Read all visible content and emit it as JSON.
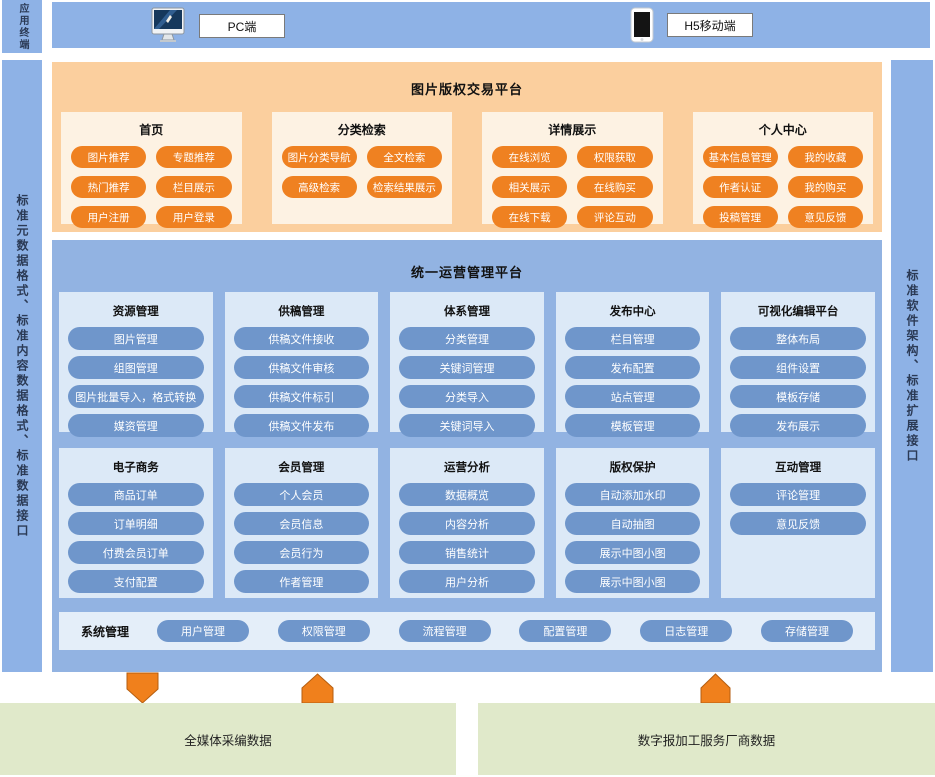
{
  "strips": {
    "terminal": "应用终端",
    "left": "标准元数据格式、标准内容数据格式、标准数据接口",
    "right": "标准软件架构、标准扩展接口"
  },
  "terminal_bar": {
    "pc_label": "PC端",
    "h5_label": "H5移动端"
  },
  "trading_platform": {
    "title": "图片版权交易平台",
    "sections": [
      {
        "title": "首页",
        "pills": [
          "图片推荐",
          "专题推荐",
          "热门推荐",
          "栏目展示",
          "用户注册",
          "用户登录"
        ]
      },
      {
        "title": "分类检索",
        "pills": [
          "图片分类导航",
          "全文检索",
          "高级检索",
          "检索结果展示"
        ]
      },
      {
        "title": "详情展示",
        "pills": [
          "在线浏览",
          "权限获取",
          "相关展示",
          "在线购买",
          "在线下载",
          "评论互动"
        ]
      },
      {
        "title": "个人中心",
        "pills": [
          "基本信息管理",
          "我的收藏",
          "作者认证",
          "我的购买",
          "投稿管理",
          "意见反馈"
        ]
      }
    ]
  },
  "ops_platform": {
    "title": "统一运营管理平台",
    "rows": [
      [
        {
          "title": "资源管理",
          "pills": [
            "图片管理",
            "组图管理",
            "图片批量导入，格式转换",
            "媒资管理"
          ]
        },
        {
          "title": "供稿管理",
          "pills": [
            "供稿文件接收",
            "供稿文件审核",
            "供稿文件标引",
            "供稿文件发布"
          ]
        },
        {
          "title": "体系管理",
          "pills": [
            "分类管理",
            "关键词管理",
            "分类导入",
            "关键词导入"
          ]
        },
        {
          "title": "发布中心",
          "pills": [
            "栏目管理",
            "发布配置",
            "站点管理",
            "模板管理"
          ]
        },
        {
          "title": "可视化编辑平台",
          "pills": [
            "整体布局",
            "组件设置",
            "模板存储",
            "发布展示"
          ]
        }
      ],
      [
        {
          "title": "电子商务",
          "pills": [
            "商品订单",
            "订单明细",
            "付费会员订单",
            "支付配置"
          ]
        },
        {
          "title": "会员管理",
          "pills": [
            "个人会员",
            "会员信息",
            "会员行为",
            "作者管理"
          ]
        },
        {
          "title": "运营分析",
          "pills": [
            "数据概览",
            "内容分析",
            "销售统计",
            "用户分析"
          ]
        },
        {
          "title": "版权保护",
          "pills": [
            "自动添加水印",
            "自动抽图",
            "展示中图小图",
            "展示中图小图"
          ]
        },
        {
          "title": "互动管理",
          "pills": [
            "评论管理",
            "意见反馈"
          ]
        }
      ]
    ],
    "system_bar": {
      "label": "系统管理",
      "pills": [
        "用户管理",
        "权限管理",
        "流程管理",
        "配置管理",
        "日志管理",
        "存储管理"
      ]
    }
  },
  "data_sources": [
    {
      "label": "全媒体采编数据"
    },
    {
      "label": "数字报加工服务厂商数据"
    }
  ],
  "icons": [
    "desktop-icon",
    "phone-icon",
    "arrow-down-icon",
    "arrow-up-icon"
  ],
  "colors": {
    "bar_blue": "#8eb2e6",
    "platform_blue": "#92b3e2",
    "panel_blue": "#dce9f7",
    "pill_blue": "#6f96cb",
    "platform_orange": "#fbcf9e",
    "panel_orange": "#fdf2e3",
    "pill_orange": "#ef8121",
    "source_green": "#e0e9ca",
    "arrow_orange": "#f0801c"
  }
}
